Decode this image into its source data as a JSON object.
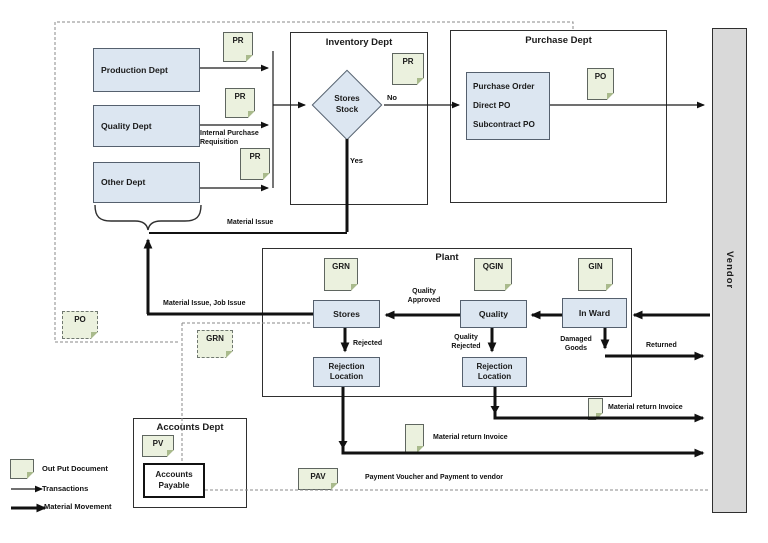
{
  "depts": {
    "production": "Production Dept",
    "quality": "Quality Dept",
    "other": "Other Dept"
  },
  "inventory": {
    "title": "Inventory Dept",
    "doc": "PR",
    "decision_line1": "Stores",
    "decision_line2": "Stock",
    "no_label": "No",
    "yes_label": "Yes"
  },
  "purchase": {
    "title": "Purchase Dept",
    "doc": "PO",
    "order_line1": "Purchase Order",
    "order_line2": "Direct PO",
    "order_line3": "Subcontract PO"
  },
  "plant": {
    "title": "Plant",
    "grn_doc": "GRN",
    "qgin_doc": "QGIN",
    "gin_doc": "GIN",
    "stores": "Stores",
    "quality": "Quality",
    "in_ward": "In Ward",
    "rejection_line1": "Rejection",
    "rejection_line2": "Location"
  },
  "accounts": {
    "title": "Accounts Dept",
    "pv_doc": "PV",
    "payable_line1": "Accounts",
    "payable_line2": "Payable"
  },
  "vendor": {
    "label": "Vendor"
  },
  "floating_docs": {
    "pr_top": "PR",
    "pr_mid": "PR",
    "pr_bottom": "PR",
    "po_dashed": "PO",
    "grn_dashed": "GRN",
    "pav": "PAV"
  },
  "flow_labels": {
    "internal_pr_line1": "Internal Purchase",
    "internal_pr_line2": "Requisition",
    "material_issue": "Material Issue",
    "material_issue_job": "Material Issue, Job Issue",
    "quality_approved_line1": "Quality",
    "quality_approved_line2": "Approved",
    "rejected": "Rejected",
    "quality_rejected_line1": "Quality",
    "quality_rejected_line2": "Rejected",
    "damaged_goods_line1": "Damaged",
    "damaged_goods_line2": "Goods",
    "returned": "Returned",
    "material_return_invoice_upper": "Material return Invoice",
    "material_return_invoice_lower": "Material return Invoice",
    "payment_voucher": "Payment Voucher and Payment to vendor"
  },
  "legend": {
    "output_document": "Out Put Document",
    "transactions": "Transactions",
    "material_movement": "Material Movement"
  },
  "colors": {
    "node_fill": "#dce6f1",
    "document_fill": "#ebf1de",
    "vendor_fill": "#d9d9d9",
    "container_border": "#2f2f2f",
    "line_color": "#1a1a1a",
    "dashed_line_color": "#8a8a8a"
  }
}
